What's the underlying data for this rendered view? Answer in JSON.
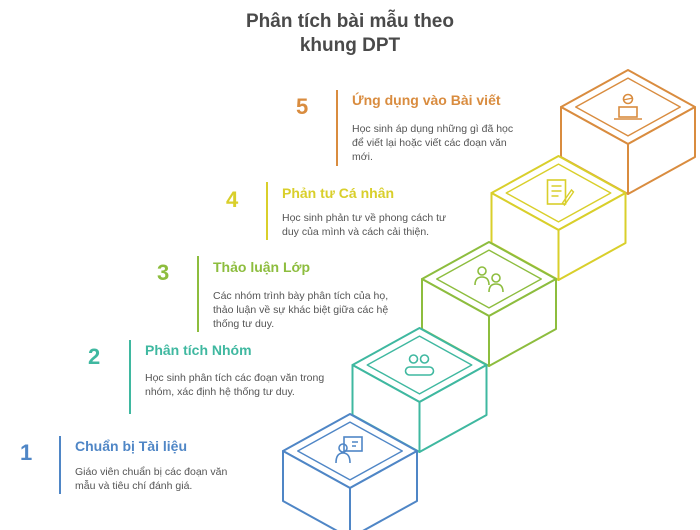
{
  "title": [
    "Phân tích bài mẫu theo",
    "khung DPT"
  ],
  "steps": [
    {
      "num": "1",
      "heading": "Chuẩn bị Tài liệu",
      "desc": "Giáo viên chuẩn bị các đoạn văn mẫu và tiêu chí đánh giá.",
      "color": "#4f86c6",
      "icon": "teacher-board-icon"
    },
    {
      "num": "2",
      "heading": "Phân tích Nhóm",
      "desc": "Học sinh phân tích các đoạn văn trong nhóm, xác định hệ thống tư duy.",
      "color": "#3fb8a0",
      "icon": "group-people-icon"
    },
    {
      "num": "3",
      "heading": "Thảo luận Lớp",
      "desc": "Các nhóm trình bày phân tích của họ, thảo luận về sự khác biệt giữa các hệ thống tư duy.",
      "color": "#8dbd3e",
      "icon": "discussion-icon"
    },
    {
      "num": "4",
      "heading": "Phản tư Cá nhân",
      "desc": "Học sinh phản tư về phong cách tư duy của mình và cách cải thiện.",
      "color": "#d9cf2b",
      "icon": "document-pen-icon"
    },
    {
      "num": "5",
      "heading": "Ứng dụng vào Bài viết",
      "desc": "Học sinh áp dụng những gì đã học để viết lại hoặc viết các đoạn văn mới.",
      "color": "#d98c3f",
      "icon": "person-laptop-icon"
    }
  ]
}
